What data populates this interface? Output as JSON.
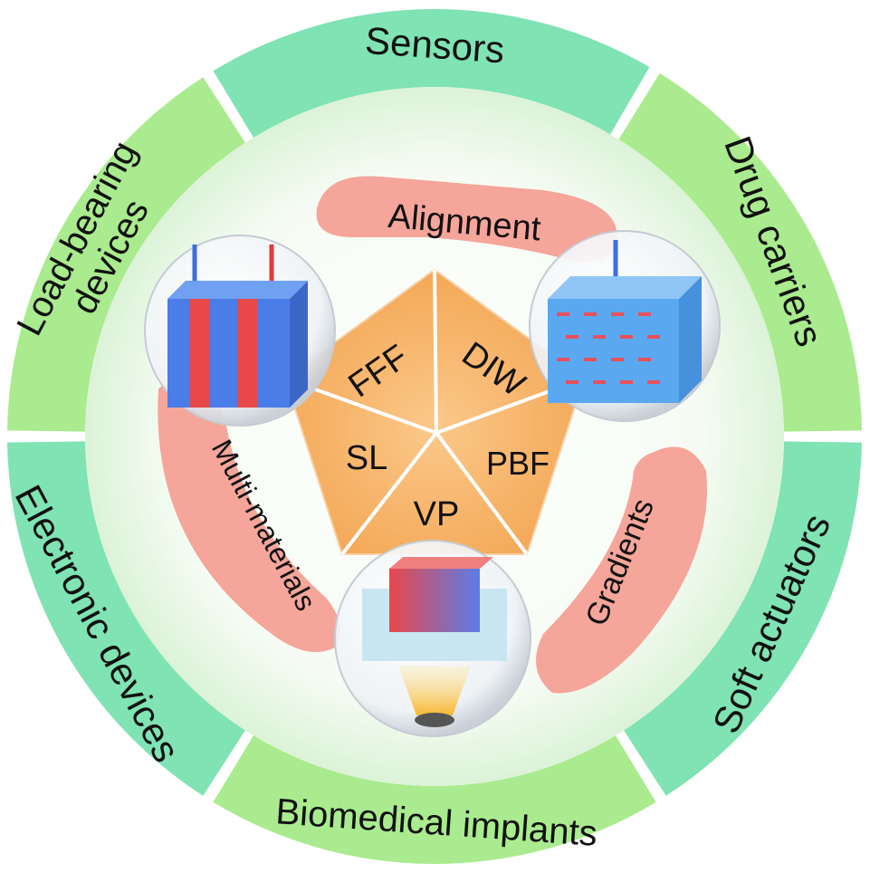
{
  "outer_ring": [
    {
      "label": "Sensors",
      "color": "#7fe3b3"
    },
    {
      "label": "Drug carriers",
      "color": "#a9eb8e"
    },
    {
      "label": "Soft actuators",
      "color": "#7fe3b3"
    },
    {
      "label": "Biomedical  implants",
      "color": "#a9eb8e"
    },
    {
      "label": "Electronic devices",
      "color": "#7fe3b3"
    },
    {
      "label_line1": "Load-bearing",
      "label_line2": "devices",
      "color": "#a9eb8e"
    }
  ],
  "strategies": {
    "alignment": "Alignment",
    "multi_materials": "Multi-materials",
    "gradients": "Gradients",
    "color": "#f5a59a"
  },
  "techniques": {
    "items": [
      "FFF",
      "DIW",
      "PBF",
      "VP",
      "SL"
    ],
    "color": "#f6b06a"
  }
}
